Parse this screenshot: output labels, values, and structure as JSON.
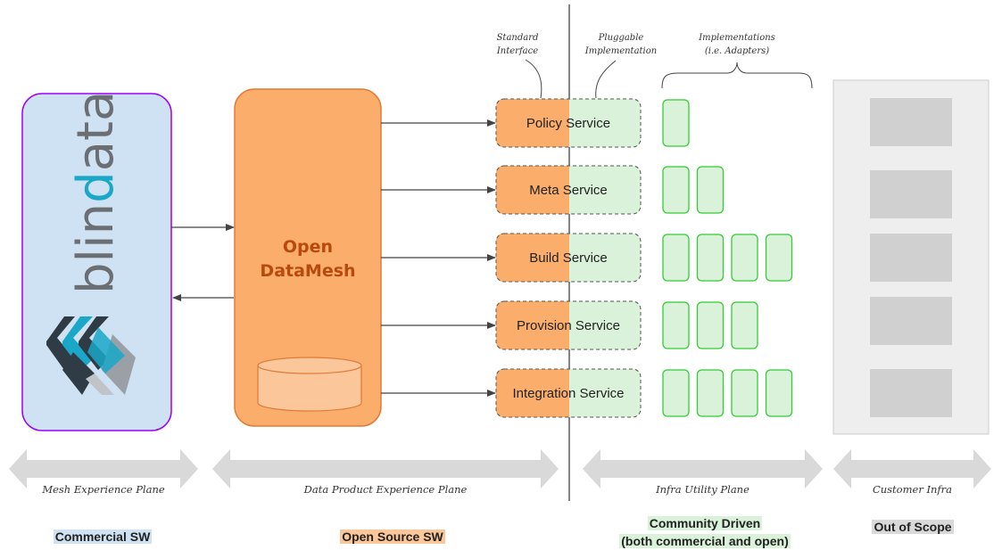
{
  "annotations": {
    "standard_interface": [
      "Standard",
      "Interface"
    ],
    "pluggable_implementation": [
      "Pluggable",
      "Implementation"
    ],
    "implementations": [
      "Implementations",
      "(i.e. Adapters)"
    ]
  },
  "blindata": {
    "wordmark": "blindata",
    "wordmark_before": "blin",
    "wordmark_accent": "d",
    "wordmark_after": "ata"
  },
  "open_datamesh": {
    "line1": "Open",
    "line2": "DataMesh"
  },
  "services": [
    {
      "label": "Policy Service",
      "adapters": 1
    },
    {
      "label": "Meta Service",
      "adapters": 2
    },
    {
      "label": "Build Service",
      "adapters": 4
    },
    {
      "label": "Provision Service",
      "adapters": 3
    },
    {
      "label": "Integration Service",
      "adapters": 4
    }
  ],
  "planes": [
    {
      "label": "Mesh Experience Plane"
    },
    {
      "label": "Data Product Experience Plane"
    },
    {
      "label": "Infra Utility Plane"
    },
    {
      "label": "Customer Infra"
    }
  ],
  "footer": {
    "commercial": "Commercial SW",
    "open_source": "Open Source SW",
    "community_line1": "Community Driven",
    "community_line2": "(both commercial and open)",
    "out_of_scope": "Out of Scope"
  },
  "colors": {
    "blindata_fill": "#cfe2f3",
    "blindata_stroke": "#9b00ff",
    "orange": "#fbad6b",
    "orange_light": "#fcc69b",
    "orange_stroke": "#e07b39",
    "green": "#d9f2d9",
    "green_stroke": "#33cc33",
    "gray_panel": "#eeeeee",
    "gray_block": "#d0d0d0",
    "plane_arrow": "#d9d9d9",
    "accent_blue": "#1aa7c8",
    "footer_blue": "#cfe2f3",
    "footer_orange": "#fcc69b",
    "footer_green": "#d9f2d9",
    "footer_gray": "#d9d9d9"
  }
}
